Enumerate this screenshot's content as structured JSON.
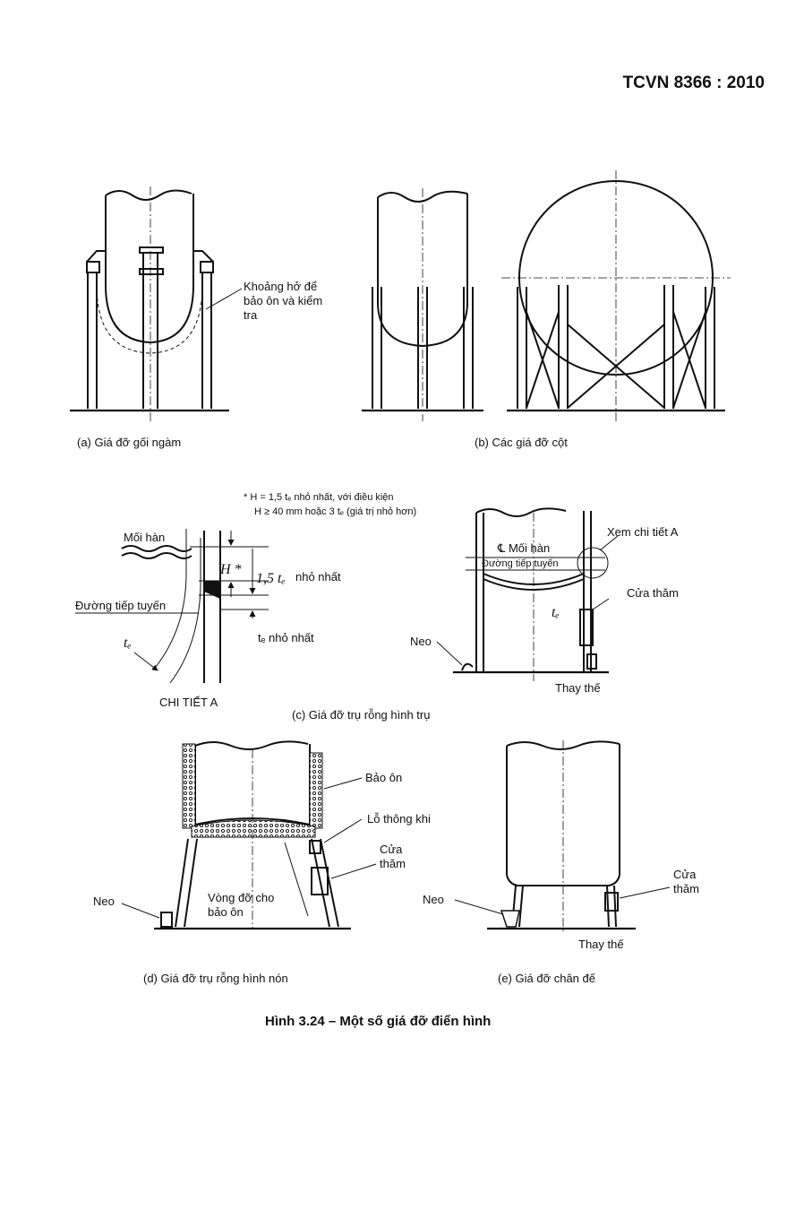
{
  "header": {
    "code": "TCVN 8366 : 2010"
  },
  "figure_a": {
    "caption": "(a) Giá đỡ gối ngàm",
    "label_gap_lines": [
      "Khoảng hở để",
      "bảo ôn và kiểm",
      "tra"
    ]
  },
  "figure_b": {
    "caption": "(b) Các giá đỡ cột"
  },
  "figure_c": {
    "note_lines": [
      "* H = 1,5 tₑ nhỏ nhất, với điều kiện",
      "H ≥ 40 mm hoặc 3 tₑ (giá trị nhỏ hơn)"
    ],
    "weld_label": "Mối hàn",
    "tangent_label": "Đường tiếp tuyến",
    "h_symbol": "H *",
    "one_half_te": "1,5 tₑ",
    "min_label": "nhỏ nhất",
    "te_min_label": "tₑ nhỏ nhất",
    "te_symbol": "tₑ",
    "detail_label": "CHI TIẾT A",
    "see_detail": "Xem chi tiết A",
    "weld_cl_label": "℄ Mối hàn",
    "tangent_label_small": "Đường tiếp tuyến",
    "manhole": "Cửa thăm",
    "anchor": "Neo",
    "alternative": "Thay thế",
    "caption": "(c) Giá đỡ trụ rỗng hình trụ"
  },
  "figure_d": {
    "insulation": "Bảo ôn",
    "vent": "Lỗ thông khi",
    "manhole_lines": [
      "Cửa",
      "thăm"
    ],
    "ring_lines": [
      "Vòng đỡ cho",
      "bảo ôn"
    ],
    "anchor": "Neo",
    "caption": "(d) Giá đỡ trụ rỗng hình nón"
  },
  "figure_e": {
    "manhole_lines": [
      "Cửa",
      "thăm"
    ],
    "anchor": "Neo",
    "alternative": "Thay thế",
    "caption": "(e) Giá đỡ chân đế"
  },
  "figure_title": "Hình 3.24 – Một số giá đỡ điển hình"
}
